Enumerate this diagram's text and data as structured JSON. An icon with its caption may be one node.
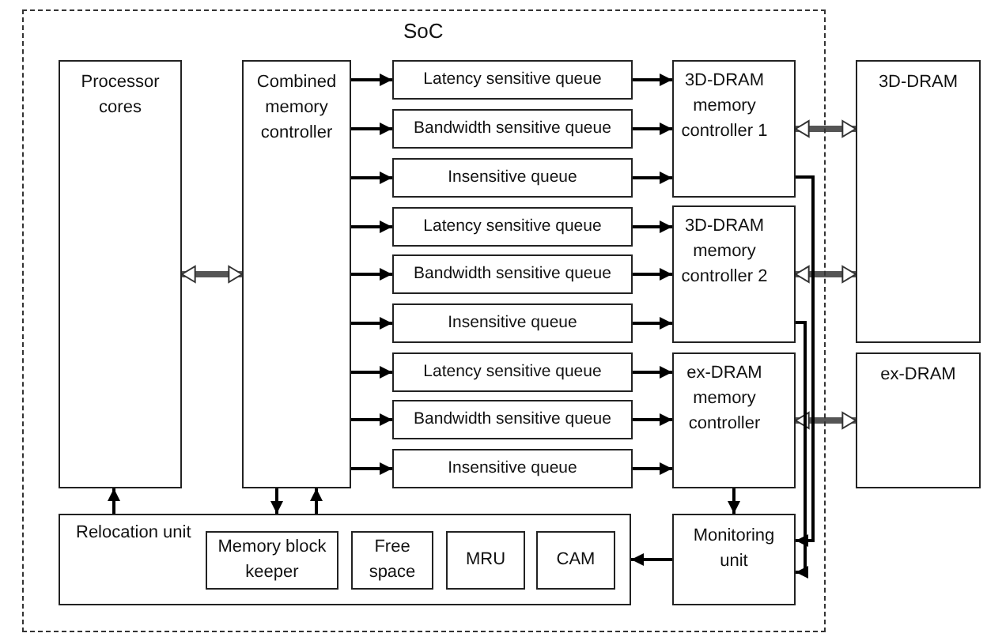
{
  "diagram": {
    "nodes": [
      {
        "text": [
          "SoC"
        ]
      },
      {
        "text": [
          "Processor cores"
        ],
        "in": 0
      },
      {
        "text": [
          "Combined memory controller"
        ],
        "in": 0
      },
      {
        "text": [
          "Latency sensitive queue"
        ],
        "in": 0
      },
      {
        "text": [
          "Bandwidth sensitive queue"
        ],
        "in": 0
      },
      {
        "text": [
          "Insensitive queue"
        ],
        "in": 0
      },
      {
        "text": [
          "Latency sensitive queue"
        ],
        "in": 0
      },
      {
        "text": [
          "Bandwidth sensitive queue"
        ],
        "in": 0
      },
      {
        "text": [
          "Insensitive queue"
        ],
        "in": 0
      },
      {
        "text": [
          "Latency sensitive queue"
        ],
        "in": 0
      },
      {
        "text": [
          "Bandwidth sensitive queue"
        ],
        "in": 0
      },
      {
        "text": [
          "Insensitive queue"
        ],
        "in": 0
      },
      {
        "text": [
          "3D-DRAM memory controller 1"
        ],
        "in": 0
      },
      {
        "text": [
          "3D-DRAM memory controller 2"
        ],
        "in": 0
      },
      {
        "text": [
          "ex-DRAM memory controller"
        ],
        "in": 0
      },
      {
        "text": [
          "3D-DRAM"
        ]
      },
      {
        "text": [
          "ex-DRAM"
        ]
      },
      {
        "text": [
          "Relocation unit"
        ],
        "in": 0
      },
      {
        "text": [
          "Memory block keeper"
        ],
        "in": 17
      },
      {
        "text": [
          "Free space"
        ],
        "in": 17
      },
      {
        "text": [
          "MRU"
        ],
        "in": 17
      },
      {
        "text": [
          "CAM"
        ],
        "in": 17
      },
      {
        "text": [
          "Monitoring unit"
        ],
        "in": 0
      }
    ],
    "edges": [
      {
        "from": 1,
        "to": 2,
        "arrow": "both",
        "style": "thick"
      },
      {
        "from": 2,
        "to": 3,
        "arrow": "to"
      },
      {
        "from": 2,
        "to": 4,
        "arrow": "to"
      },
      {
        "from": 2,
        "to": 5,
        "arrow": "to"
      },
      {
        "from": 2,
        "to": 6,
        "arrow": "to"
      },
      {
        "from": 2,
        "to": 7,
        "arrow": "to"
      },
      {
        "from": 2,
        "to": 8,
        "arrow": "to"
      },
      {
        "from": 2,
        "to": 9,
        "arrow": "to"
      },
      {
        "from": 2,
        "to": 10,
        "arrow": "to"
      },
      {
        "from": 2,
        "to": 11,
        "arrow": "to"
      },
      {
        "from": 3,
        "to": 12,
        "arrow": "to"
      },
      {
        "from": 4,
        "to": 12,
        "arrow": "to"
      },
      {
        "from": 5,
        "to": 12,
        "arrow": "to"
      },
      {
        "from": 6,
        "to": 13,
        "arrow": "to"
      },
      {
        "from": 7,
        "to": 13,
        "arrow": "to"
      },
      {
        "from": 8,
        "to": 13,
        "arrow": "to"
      },
      {
        "from": 9,
        "to": 14,
        "arrow": "to"
      },
      {
        "from": 10,
        "to": 14,
        "arrow": "to"
      },
      {
        "from": 11,
        "to": 14,
        "arrow": "to"
      },
      {
        "from": 12,
        "to": 15,
        "arrow": "both",
        "style": "thick"
      },
      {
        "from": 13,
        "to": 15,
        "arrow": "both",
        "style": "thick"
      },
      {
        "from": 14,
        "to": 16,
        "arrow": "both",
        "style": "thick"
      },
      {
        "from": 17,
        "to": 1,
        "arrow": "to"
      },
      {
        "from": 2,
        "to": 17,
        "arrow": "to"
      },
      {
        "from": 17,
        "to": 2,
        "arrow": "to"
      },
      {
        "from": 12,
        "to": 22,
        "arrow": "to"
      },
      {
        "from": 13,
        "to": 22,
        "arrow": "to"
      },
      {
        "from": 14,
        "to": 22,
        "arrow": "to"
      },
      {
        "from": 22,
        "to": 17,
        "arrow": "to"
      }
    ]
  }
}
